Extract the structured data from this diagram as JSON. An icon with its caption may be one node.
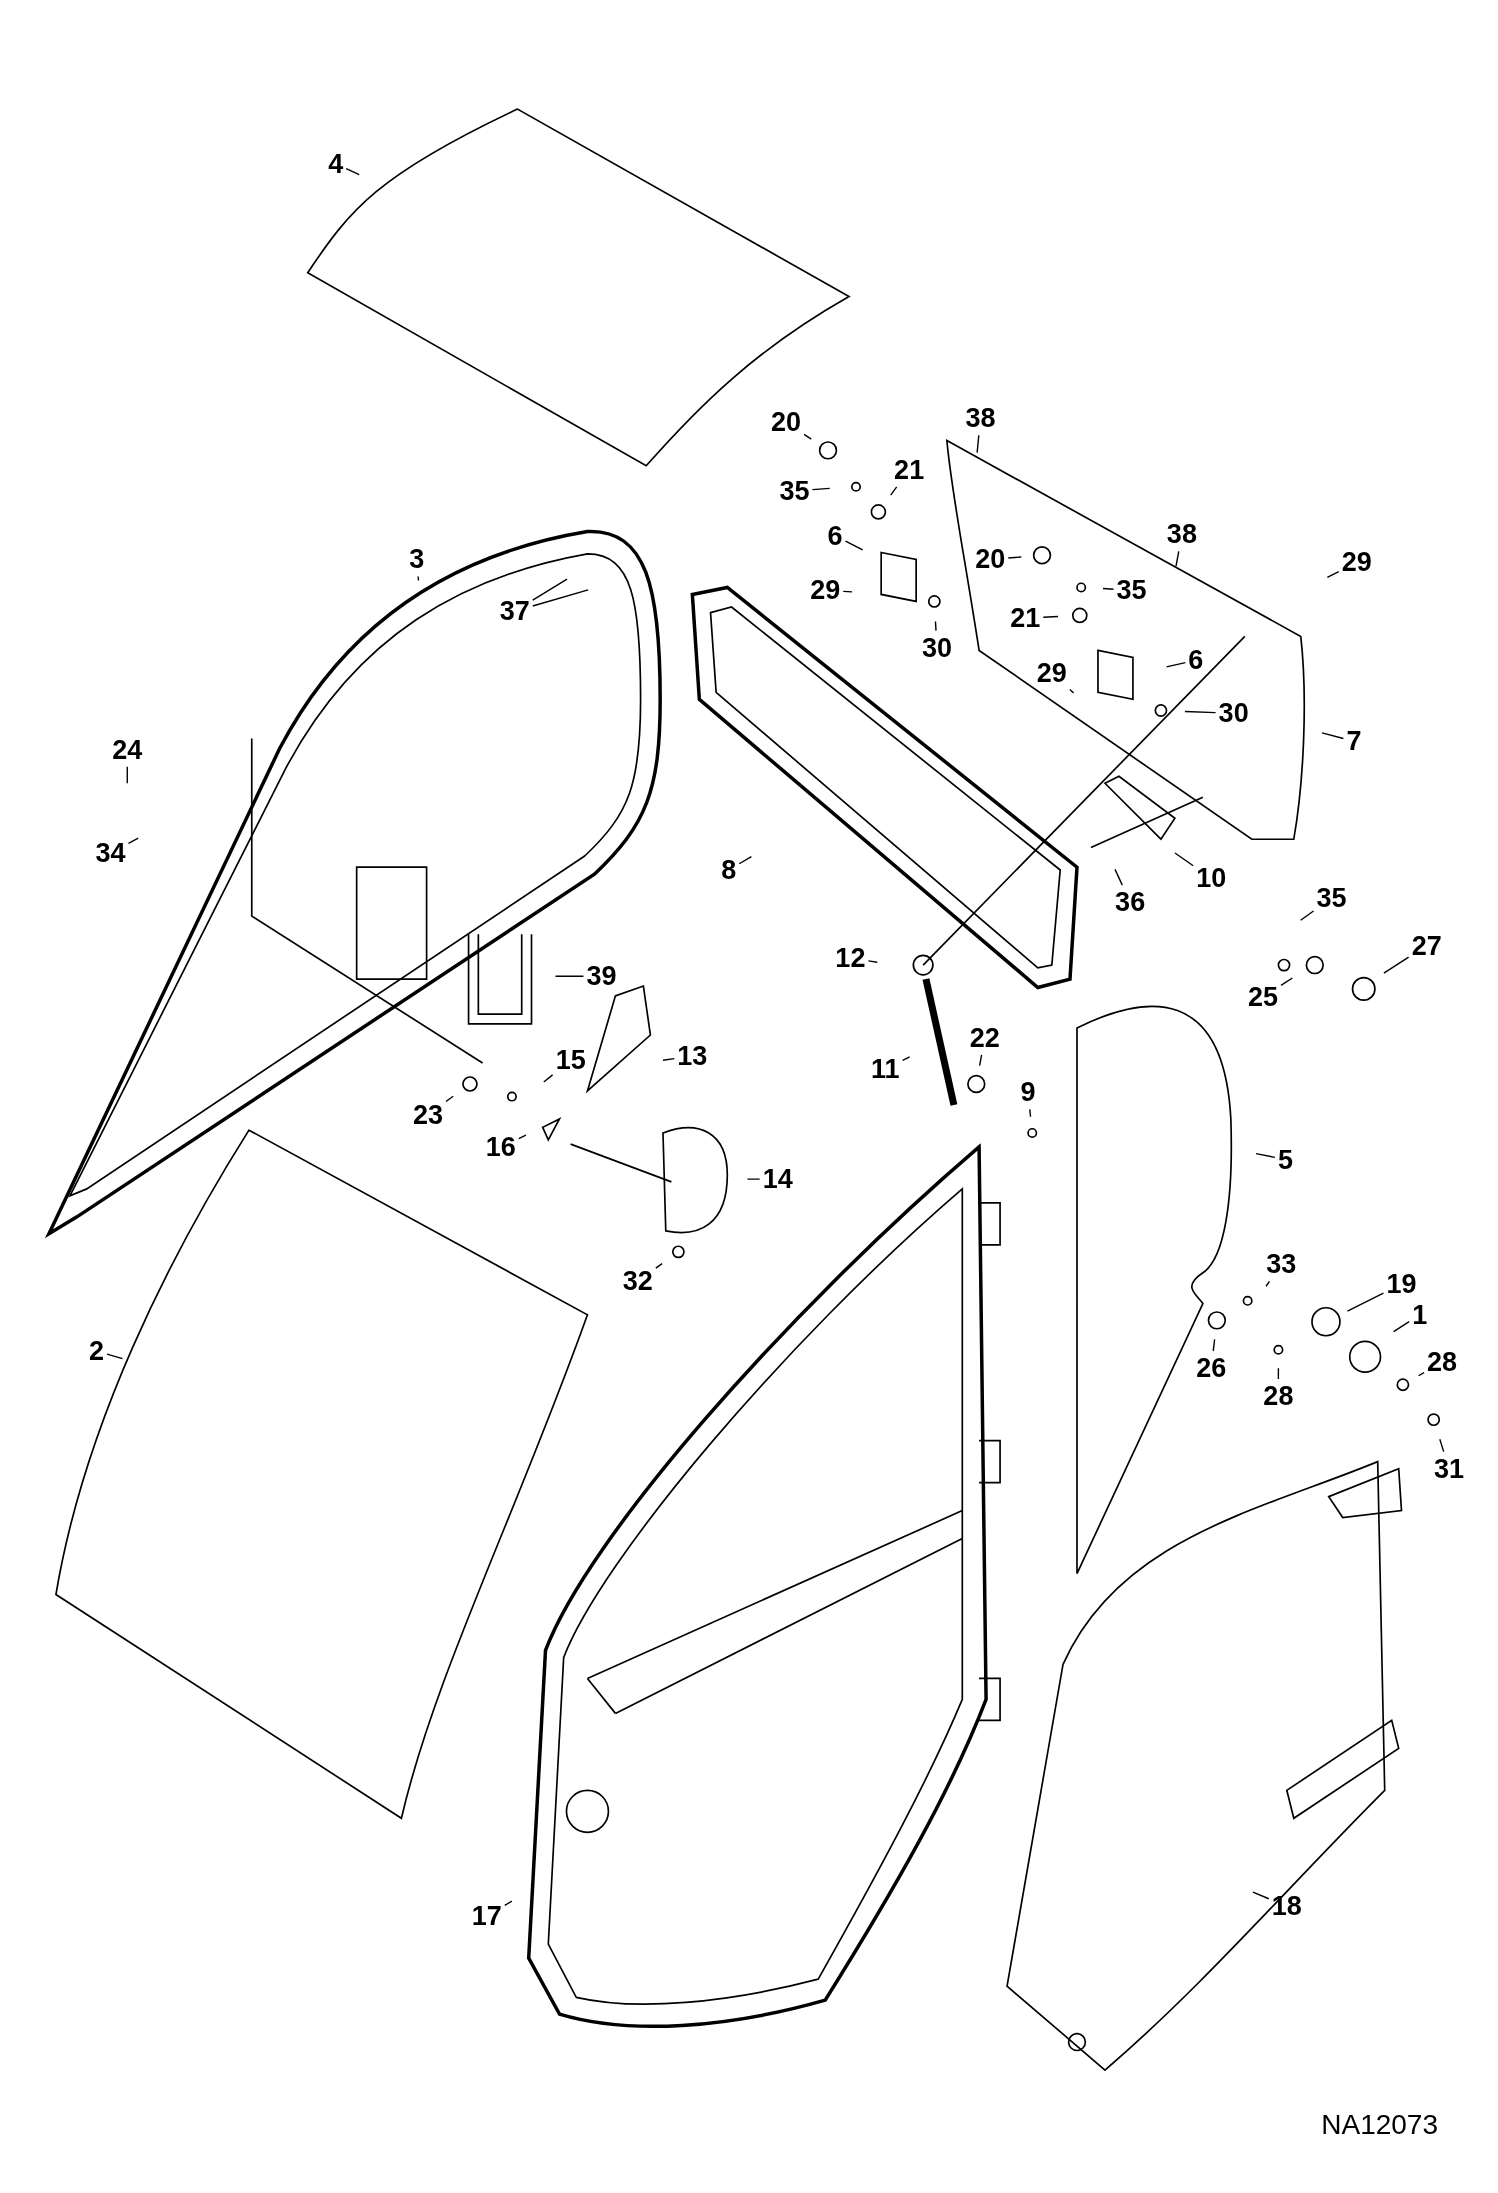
{
  "diagram": {
    "nodes": [
      {
        "text": [
          "4"
        ]
      },
      {
        "text": [
          "20"
        ]
      },
      {
        "text": [
          "38"
        ]
      },
      {
        "text": [
          "21"
        ]
      },
      {
        "text": [
          "35"
        ]
      },
      {
        "text": [
          "6"
        ]
      },
      {
        "text": [
          "38"
        ]
      },
      {
        "text": [
          "3"
        ]
      },
      {
        "text": [
          "20"
        ]
      },
      {
        "text": [
          "29"
        ]
      },
      {
        "text": [
          "29"
        ]
      },
      {
        "text": [
          "35"
        ]
      },
      {
        "text": [
          "37"
        ]
      },
      {
        "text": [
          "21"
        ]
      },
      {
        "text": [
          "30"
        ]
      },
      {
        "text": [
          "6"
        ]
      },
      {
        "text": [
          "29"
        ]
      },
      {
        "text": [
          "30"
        ]
      },
      {
        "text": [
          "7"
        ]
      },
      {
        "text": [
          "24"
        ]
      },
      {
        "text": [
          "34"
        ]
      },
      {
        "text": [
          "10"
        ]
      },
      {
        "text": [
          "8"
        ]
      },
      {
        "text": [
          "36"
        ]
      },
      {
        "text": [
          "35"
        ]
      },
      {
        "text": [
          "12"
        ]
      },
      {
        "text": [
          "27"
        ]
      },
      {
        "text": [
          "39"
        ]
      },
      {
        "text": [
          "25"
        ]
      },
      {
        "text": [
          "13"
        ]
      },
      {
        "text": [
          "22"
        ]
      },
      {
        "text": [
          "11"
        ]
      },
      {
        "text": [
          "15"
        ]
      },
      {
        "text": [
          "9"
        ]
      },
      {
        "text": [
          "23"
        ]
      },
      {
        "text": [
          "5"
        ]
      },
      {
        "text": [
          "16"
        ]
      },
      {
        "text": [
          "14"
        ]
      },
      {
        "text": [
          "33"
        ]
      },
      {
        "text": [
          "32"
        ]
      },
      {
        "text": [
          "1"
        ]
      },
      {
        "text": [
          "19"
        ]
      },
      {
        "text": [
          "26"
        ]
      },
      {
        "text": [
          "2"
        ]
      },
      {
        "text": [
          "28"
        ]
      },
      {
        "text": [
          "28"
        ]
      },
      {
        "text": [
          "31"
        ]
      },
      {
        "text": [
          "18"
        ]
      },
      {
        "text": [
          "17"
        ]
      }
    ],
    "edges": [
      {
        "from": 0,
        "to": null,
        "arrow": "none"
      },
      {
        "from": 1,
        "to": null,
        "arrow": "none"
      },
      {
        "from": 2,
        "to": null,
        "arrow": "none"
      },
      {
        "from": 3,
        "to": null,
        "arrow": "none"
      },
      {
        "from": 4,
        "to": null,
        "arrow": "none"
      },
      {
        "from": 5,
        "to": null,
        "arrow": "none"
      },
      {
        "from": 6,
        "to": null,
        "arrow": "none"
      },
      {
        "from": 7,
        "to": null,
        "arrow": "none"
      },
      {
        "from": 8,
        "to": null,
        "arrow": "none"
      },
      {
        "from": 9,
        "to": null,
        "arrow": "none"
      },
      {
        "from": 10,
        "to": null,
        "arrow": "none"
      },
      {
        "from": 11,
        "to": null,
        "arrow": "none"
      },
      {
        "from": 12,
        "to": null,
        "arrow": "none"
      },
      {
        "from": 13,
        "to": null,
        "arrow": "none"
      },
      {
        "from": 14,
        "to": null,
        "arrow": "none"
      },
      {
        "from": 15,
        "to": null,
        "arrow": "none"
      },
      {
        "from": 16,
        "to": null,
        "arrow": "none"
      },
      {
        "from": 17,
        "to": null,
        "arrow": "none"
      },
      {
        "from": 18,
        "to": null,
        "arrow": "none"
      },
      {
        "from": 19,
        "to": null,
        "arrow": "none"
      },
      {
        "from": 20,
        "to": null,
        "arrow": "none"
      },
      {
        "from": 21,
        "to": null,
        "arrow": "none"
      },
      {
        "from": 22,
        "to": null,
        "arrow": "none"
      },
      {
        "from": 23,
        "to": null,
        "arrow": "none"
      },
      {
        "from": 24,
        "to": null,
        "arrow": "none"
      },
      {
        "from": 25,
        "to": null,
        "arrow": "none"
      },
      {
        "from": 26,
        "to": null,
        "arrow": "none"
      },
      {
        "from": 27,
        "to": null,
        "arrow": "none"
      },
      {
        "from": 28,
        "to": null,
        "arrow": "none"
      },
      {
        "from": 29,
        "to": null,
        "arrow": "none"
      },
      {
        "from": 30,
        "to": null,
        "arrow": "none"
      },
      {
        "from": 31,
        "to": null,
        "arrow": "none"
      },
      {
        "from": 32,
        "to": null,
        "arrow": "none"
      },
      {
        "from": 33,
        "to": null,
        "arrow": "none"
      },
      {
        "from": 34,
        "to": null,
        "arrow": "none"
      },
      {
        "from": 35,
        "to": null,
        "arrow": "none"
      },
      {
        "from": 36,
        "to": null,
        "arrow": "none"
      },
      {
        "from": 37,
        "to": null,
        "arrow": "none"
      },
      {
        "from": 38,
        "to": null,
        "arrow": "none"
      },
      {
        "from": 39,
        "to": null,
        "arrow": "none"
      },
      {
        "from": 40,
        "to": null,
        "arrow": "none"
      },
      {
        "from": 41,
        "to": null,
        "arrow": "none"
      },
      {
        "from": 42,
        "to": null,
        "arrow": "none"
      },
      {
        "from": 43,
        "to": null,
        "arrow": "none"
      },
      {
        "from": 44,
        "to": null,
        "arrow": "none"
      },
      {
        "from": 45,
        "to": null,
        "arrow": "none"
      },
      {
        "from": 46,
        "to": null,
        "arrow": "none"
      },
      {
        "from": 47,
        "to": null,
        "arrow": "none"
      },
      {
        "from": 48,
        "to": null,
        "arrow": "none"
      },
      {
        "from": 12,
        "to": null,
        "arrow": "none"
      }
    ],
    "labels": [
      "NA12073"
    ]
  }
}
